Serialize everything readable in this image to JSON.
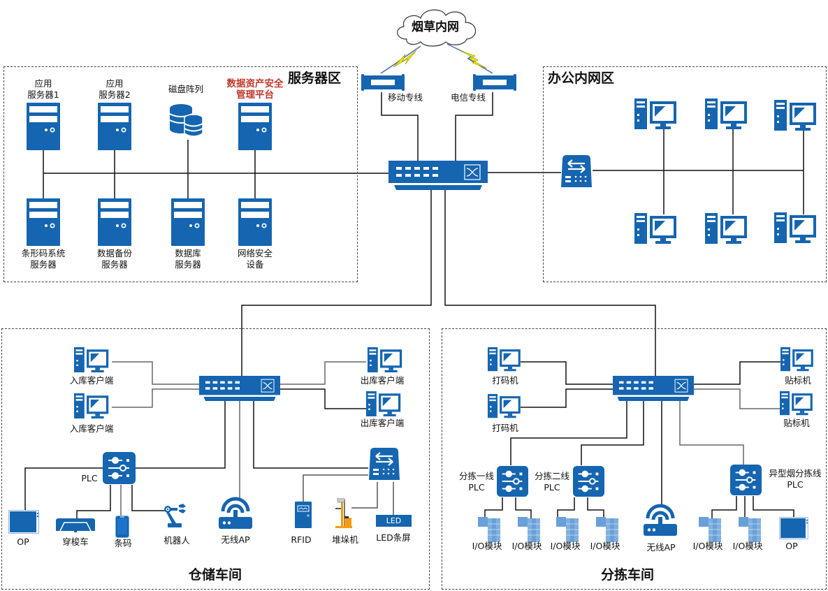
{
  "title": "网络拓扑图",
  "colors": {
    "icon_blue": "#1565b0",
    "accent_red": "#c0392b",
    "line": "#111111",
    "lightning": "#f2e600"
  },
  "cloud": {
    "label": "烟草内网",
    "icon": "cloud-icon"
  },
  "uplinks": [
    {
      "label": "移动专线",
      "icon": "leased-line-icon"
    },
    {
      "label": "电信专线",
      "icon": "leased-line-icon"
    }
  ],
  "core_switch": {
    "icon": "switch-icon"
  },
  "zones": {
    "server": {
      "title": "服务器区",
      "top_nodes": [
        {
          "label_lines": [
            "应用",
            "服务器1"
          ],
          "icon": "server-icon"
        },
        {
          "label_lines": [
            "应用",
            "服务器2"
          ],
          "icon": "server-icon"
        },
        {
          "label_lines": [
            "磁盘阵列"
          ],
          "icon": "disk-array-icon"
        },
        {
          "label_lines": [
            "数据资产安全",
            "管理平台"
          ],
          "icon": "server-icon",
          "highlight": true
        }
      ],
      "bottom_nodes": [
        {
          "label_lines": [
            "条形码系统",
            "服务器"
          ],
          "icon": "server-icon"
        },
        {
          "label_lines": [
            "数据备份",
            "服务器"
          ],
          "icon": "server-icon"
        },
        {
          "label_lines": [
            "数据库",
            "服务器"
          ],
          "icon": "server-icon"
        },
        {
          "label_lines": [
            "网络安全",
            "设备"
          ],
          "icon": "server-icon"
        }
      ]
    },
    "office": {
      "title": "办公内网区",
      "router": {
        "icon": "router-icon"
      },
      "pcs": [
        {
          "icon": "desktop-pc-icon"
        },
        {
          "icon": "desktop-pc-icon"
        },
        {
          "icon": "desktop-pc-icon"
        },
        {
          "icon": "desktop-pc-icon"
        },
        {
          "icon": "desktop-pc-icon"
        },
        {
          "icon": "desktop-pc-icon"
        }
      ]
    },
    "warehouse": {
      "title": "仓储车间",
      "clients": [
        {
          "label": "入库客户端"
        },
        {
          "label": "入库客户端"
        },
        {
          "label": "出库客户端"
        },
        {
          "label": "出库客户端"
        }
      ],
      "plc": {
        "label": "PLC"
      },
      "plc_devices": [
        {
          "label": "OP",
          "icon": "touch-panel-icon"
        },
        {
          "label": "穿梭车",
          "icon": "shuttle-car-icon"
        },
        {
          "label": "条码",
          "icon": "barcode-scanner-icon"
        },
        {
          "label": "机器人",
          "icon": "robot-arm-icon"
        }
      ],
      "ap": {
        "label": "无线AP",
        "icon": "wireless-ap-icon"
      },
      "router_devices": [
        {
          "label": "RFID",
          "icon": "rfid-reader-icon"
        },
        {
          "label": "堆垛机",
          "icon": "stacker-icon"
        },
        {
          "label": "LED条屏",
          "icon": "led-screen-icon",
          "screen_text": "LED"
        }
      ]
    },
    "sorting": {
      "title": "分拣车间",
      "clients": [
        {
          "label": "打码机"
        },
        {
          "label": "打码机"
        },
        {
          "label": "贴标机"
        },
        {
          "label": "贴标机"
        }
      ],
      "plcs": [
        {
          "label_lines": [
            "分拣一线",
            "PLC"
          ]
        },
        {
          "label_lines": [
            "分拣二线",
            "PLC"
          ]
        },
        {
          "label_lines": [
            "异型烟分拣线",
            "PLC"
          ]
        }
      ],
      "io_modules": [
        {
          "label": "I/O模块"
        },
        {
          "label": "I/O模块"
        },
        {
          "label": "I/O模块"
        },
        {
          "label": "I/O模块"
        },
        {
          "label": "I/O模块"
        },
        {
          "label": "I/O模块"
        }
      ],
      "ap": {
        "label": "无线AP"
      },
      "op": {
        "label": "OP"
      }
    }
  }
}
